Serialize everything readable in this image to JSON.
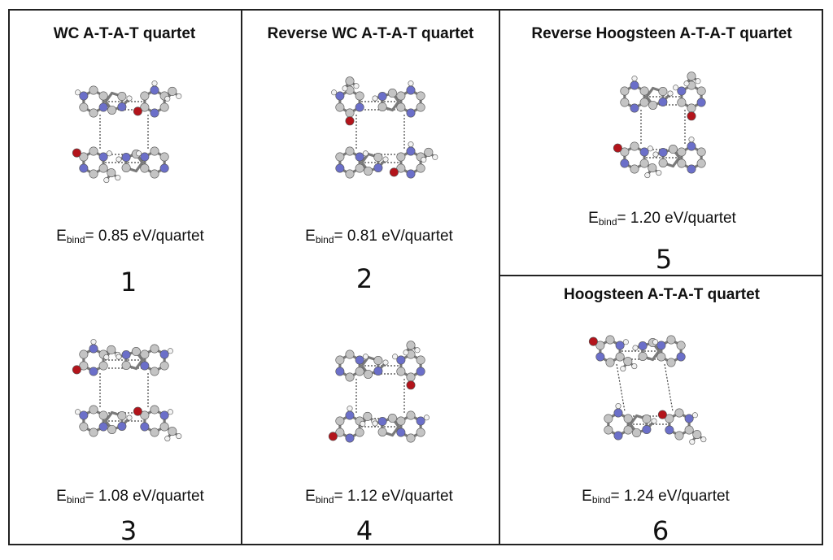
{
  "panels": [
    {
      "number": "1",
      "title": "WC A-T-A-T quartet",
      "energy_label": "E",
      "energy_sub": "bind",
      "energy_value": "= 0.85 eV/quartet"
    },
    {
      "number": "2",
      "title": "Reverse WC A-T-A-T quartet",
      "energy_label": "E",
      "energy_sub": "bind",
      "energy_value": "= 0.81 eV/quartet"
    },
    {
      "number": "3",
      "title": "",
      "energy_label": "E",
      "energy_sub": "bind",
      "energy_value": "= 1.08 eV/quartet"
    },
    {
      "number": "4",
      "title": "",
      "energy_label": "E",
      "energy_sub": "bind",
      "energy_value": "= 1.12 eV/quartet"
    },
    {
      "number": "5",
      "title": "Reverse Hoogsteen A-T-A-T quartet",
      "energy_label": "E",
      "energy_sub": "bind",
      "energy_value": "= 1.20 eV/quartet"
    },
    {
      "number": "6",
      "title": "Hoogsteen A-T-A-T quartet",
      "energy_label": "E",
      "energy_sub": "bind",
      "energy_value": "= 1.24 eV/quartet"
    }
  ],
  "colors": {
    "carbon": "#c4c4c4",
    "nitrogen": "#6b6fc9",
    "oxygen": "#b3141b",
    "hydrogen": "#f2f2f2",
    "border": "#222222"
  }
}
